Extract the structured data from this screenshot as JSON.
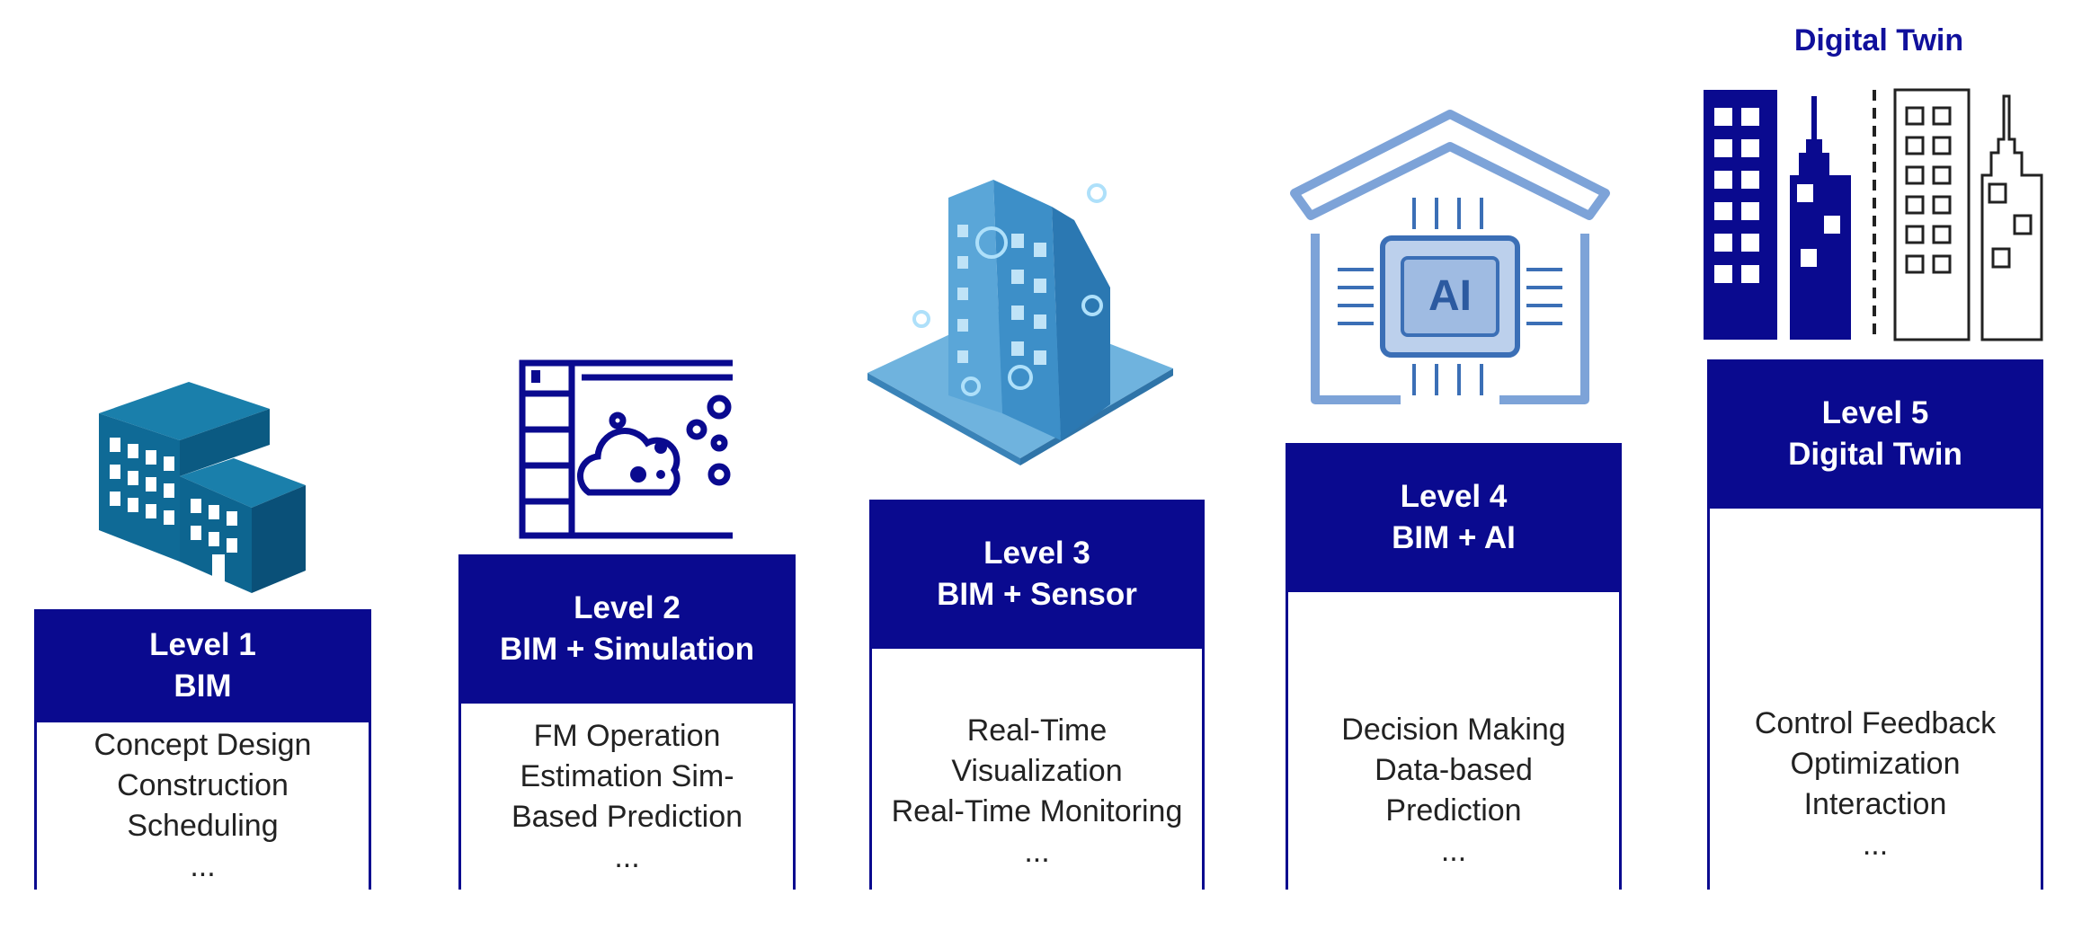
{
  "top_label": "Digital Twin",
  "levels": [
    {
      "title": "Level 1",
      "subtitle": "BIM",
      "lines": [
        "Concept Design",
        "Construction",
        "Scheduling",
        "..."
      ]
    },
    {
      "title": "Level 2",
      "subtitle": "BIM + Simulation",
      "lines": [
        "FM Operation",
        "Estimation Sim-",
        "Based Prediction",
        "..."
      ]
    },
    {
      "title": "Level 3",
      "subtitle": "BIM + Sensor",
      "lines": [
        "Real-Time",
        "Visualization",
        "Real-Time Monitoring",
        "..."
      ]
    },
    {
      "title": "Level 4",
      "subtitle": "BIM + AI",
      "lines": [
        "Decision Making",
        "Data-based",
        "Prediction",
        "..."
      ]
    },
    {
      "title": "Level 5",
      "subtitle": "Digital Twin",
      "lines": [
        "Control Feedback",
        "Optimization",
        "Interaction",
        "..."
      ]
    }
  ],
  "icons": [
    "building-icon",
    "cloud-window-icon",
    "smart-building-icon",
    "ai-chip-house-icon",
    "digital-twin-buildings-icon"
  ],
  "colors": {
    "primary": "#0a0a8f",
    "building_teal": "#0f6a96",
    "sensor_blue": "#4aa3d8",
    "ai_blue": "#3b6fb6"
  },
  "ai_chip_label": "AI"
}
